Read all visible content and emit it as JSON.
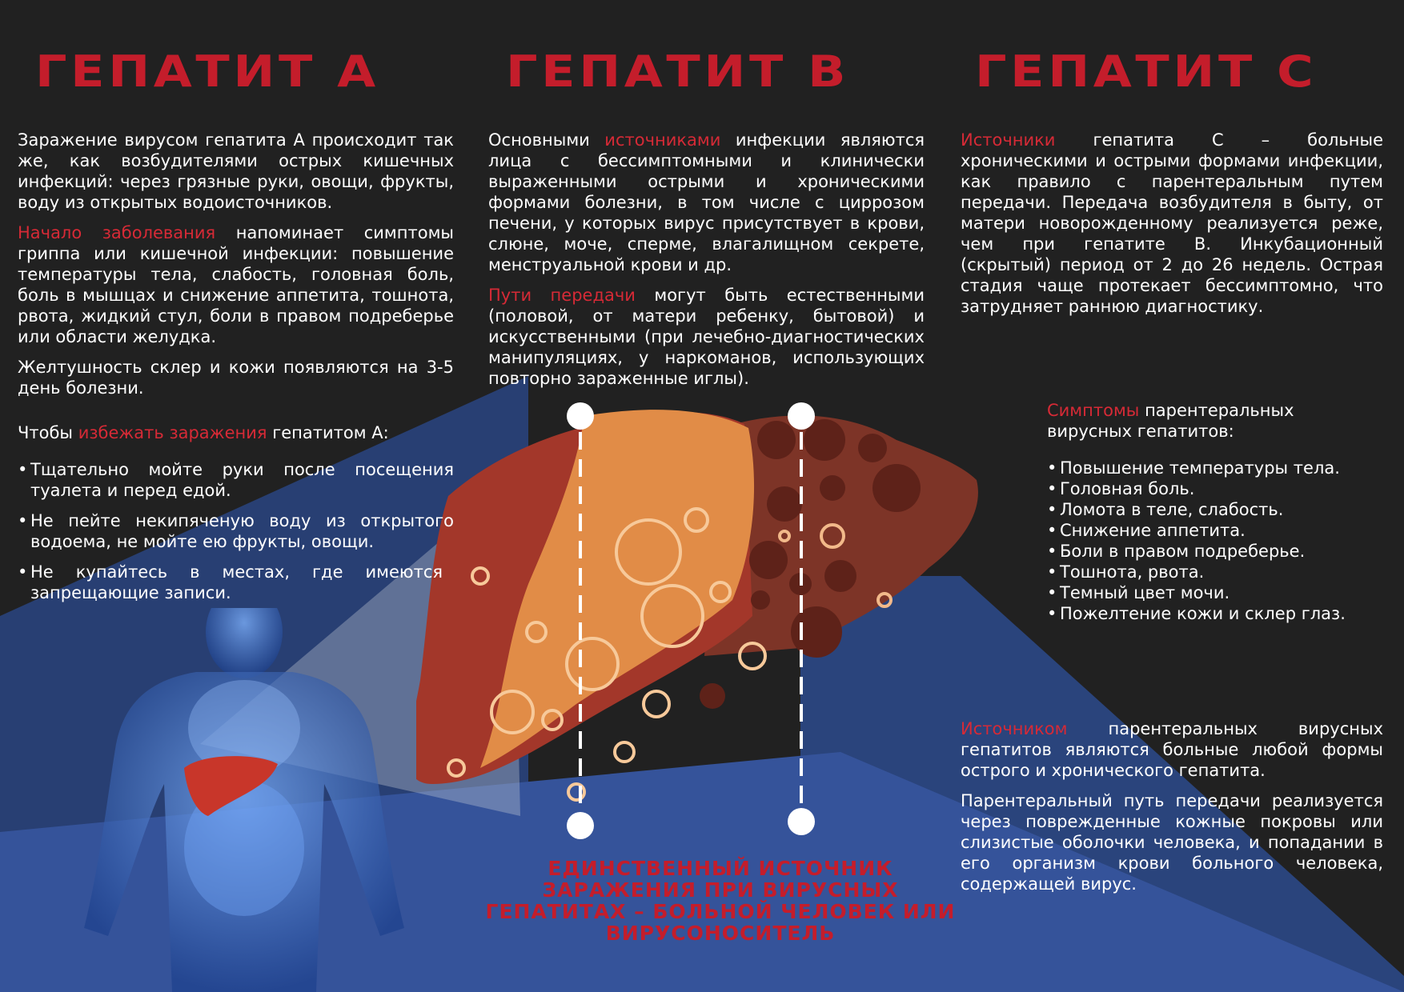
{
  "col_a": {
    "title": "ГЕПАТИТ А",
    "p1": "Заражение вирусом гепатита А происходит так же, как возбудителями острых кишечных инфекций: через грязные руки, овощи, фрукты, воду из открытых водоисточников.",
    "p2_red": "Начало заболевания",
    "p2_rest": " напоминает симптомы гриппа или кишечной инфекции: повышение температуры тела, слабость, головная боль, боль в мышцах и снижение аппетита, тошнота, рвота, жидкий стул, боли в правом подреберье или области желудка.",
    "p3": "Желтушность склер и кожи появляются на 3-5 день болезни.",
    "prevent_pre": "Чтобы ",
    "prevent_red": "избежать заражения",
    "prevent_post": " гепатитом А:",
    "prevent_items": [
      "Тщательно мойте руки после посещения туалета и перед едой.",
      "Не пейте некипяченую воду из открытого водоема, не мойте ею фрукты, овощи.",
      "Не купайтесь в местах, где имеются запрещающие записи."
    ]
  },
  "col_b": {
    "title": "ГЕПАТИТ В",
    "p1_pre": "Основными ",
    "p1_red": "источниками",
    "p1_rest": " инфекции являются лица с бессимптомными и клинически выраженными острыми и хроническими формами болезни, в том числе с циррозом печени, у которых вирус присутствует в крови, слюне, моче, сперме, влагалищном секрете, менструальной крови и др.",
    "p2_red": "Пути передачи",
    "p2_rest": " могут быть естественными (половой, от матери ребенку, бытовой) и искусственными (при лечебно-диагностических манипуляциях, у наркоманов, использующих повторно зараженные иглы)."
  },
  "col_c": {
    "title": "ГЕПАТИТ С",
    "p1_red": "Источники",
    "p1_rest": " гепатита С – больные хроническими и острыми формами инфекции, как правило с парентеральным путем передачи. Передача возбудителя в быту, от матери новорожденному реализуется реже, чем при гепатите В. Инкубационный (скрытый) период от 2 до 26 недель. Острая стадия чаще протекает бессимптомно, что затрудняет раннюю диагностику."
  },
  "symptoms": {
    "head_red": "Симптомы",
    "head_rest": " парентеральных вирусных гепатитов:",
    "items": [
      "Повышение температуры тела.",
      "Головная боль.",
      "Ломота в теле, слабость.",
      "Снижение аппетита.",
      "Боли в правом подреберье.",
      "Тошнота, рвота.",
      "Темный цвет мочи.",
      "Пожелтение кожи и склер глаз."
    ]
  },
  "source": {
    "p1_red": "Источником",
    "p1_rest": " парентеральных вирусных гепатитов являются больные любой формы острого и хронического гепатита.",
    "p2": "Парентеральный путь передачи реализуется через поврежденные кожные покровы или слизистые оболочки человека, и попадании в его организм крови больного человека, содержащей вирус."
  },
  "slogan": "ЕДИНСТВЕННЫЙ ИСТОЧНИК ЗАРАЖЕНИЯ ПРИ ВИРУСНЫХ ГЕПАТИТАХ – БОЛЬНОЙ ЧЕЛОВЕК ИЛИ ВИРУСОНОСИТЕЛЬ",
  "colors": {
    "background": "#212121",
    "accent_red": "#c41d2b",
    "blue": "#2d4a86",
    "liver_dark": "#a3372a",
    "liver_orange": "#e18c47",
    "liver_brown": "#7d3427"
  }
}
